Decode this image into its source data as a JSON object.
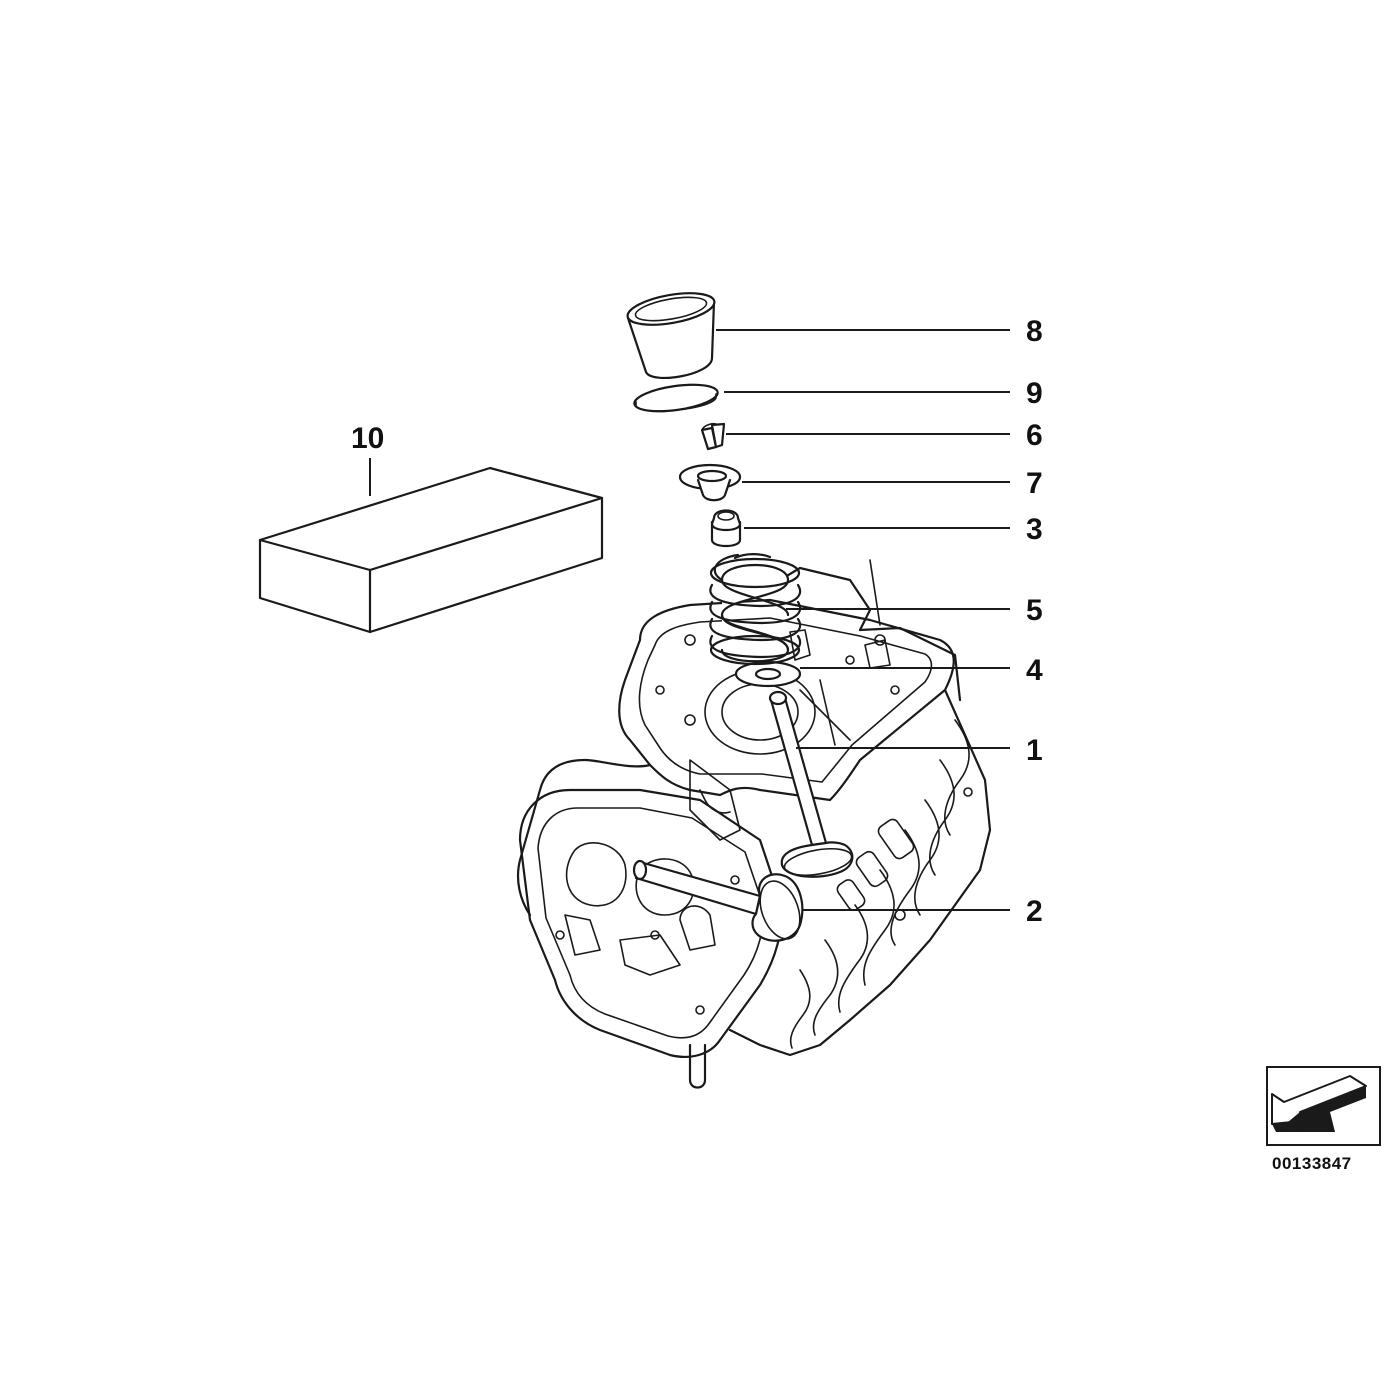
{
  "callouts": [
    {
      "id": "8",
      "label": "8",
      "part": "bucket-tappet"
    },
    {
      "id": "9",
      "label": "9",
      "part": "adjusting-shim"
    },
    {
      "id": "6",
      "label": "6",
      "part": "valve-cotter"
    },
    {
      "id": "7",
      "label": "7",
      "part": "spring-retainer"
    },
    {
      "id": "3",
      "label": "3",
      "part": "valve-stem-seal"
    },
    {
      "id": "5",
      "label": "5",
      "part": "valve-spring"
    },
    {
      "id": "4",
      "label": "4",
      "part": "spring-seat-washer"
    },
    {
      "id": "1",
      "label": "1",
      "part": "valve-a"
    },
    {
      "id": "2",
      "label": "2",
      "part": "valve-b"
    },
    {
      "id": "10",
      "label": "10",
      "part": "kit-box"
    }
  ],
  "reference_number": "00133847",
  "colors": {
    "ink": "#1a1a1a",
    "background": "#ffffff"
  }
}
